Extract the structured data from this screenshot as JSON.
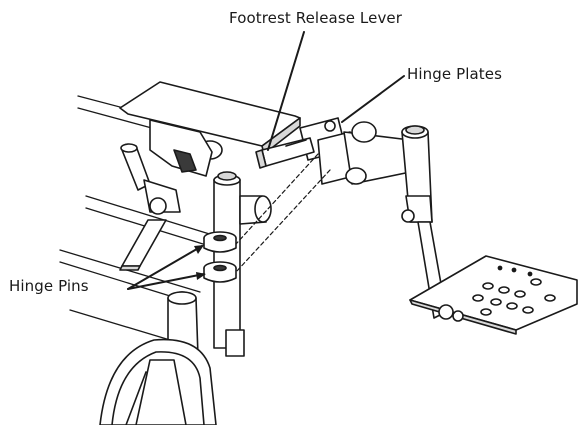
{
  "figure": {
    "subject": "wheelchair footrest hinge assembly",
    "callouts": {
      "footrest_release_lever": "Footrest Release Lever",
      "hinge_plates": "Hinge Plates",
      "hinge_pins": "Hinge Pins"
    }
  },
  "colors": {
    "line": "#1a1a1a",
    "fill": "#ffffff",
    "shade": "#d8d8d8",
    "dark": "#3a3a3a"
  }
}
